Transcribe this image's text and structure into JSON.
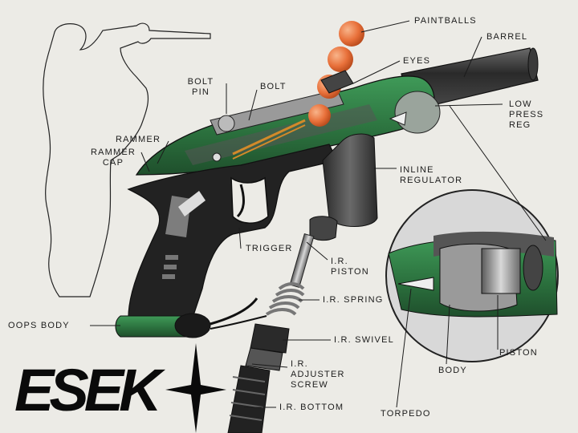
{
  "labels": {
    "paintballs": "PAINTBALLS",
    "barrel": "BARREL",
    "eyes": "EYES",
    "bolt_pin": [
      "BOLT",
      "PIN"
    ],
    "bolt": "BOLT",
    "low_press_reg": [
      "LOW",
      "PRESS",
      "REG"
    ],
    "rammer": "RAMMER",
    "rammer_cap": [
      "RAMMER",
      "CAP"
    ],
    "inline_regulator": [
      "INLINE",
      "REGULATOR"
    ],
    "trigger": "TRIGGER",
    "ir_piston": [
      "I.R.",
      "PISTON"
    ],
    "ir_spring": "I.R. SPRING",
    "oops_body": "OOPS BODY",
    "ir_swivel": "I.R. SWIVEL",
    "ir_adjuster_screw": [
      "I.R.",
      "ADJUSTER",
      "SCREW"
    ],
    "ir_bottom": "I.R. BOTTOM",
    "torpedo": "TORPEDO",
    "body": "BODY",
    "piston": "PISTON"
  },
  "logo_text": "ESEK",
  "colors": {
    "paper": "#ecebe6",
    "body_green": "#2f7d45",
    "grip_black": "#1e1e1e",
    "metal_gray": "#8a8a8a",
    "paintball_orange": "#e8703a"
  },
  "icons": {
    "player_silhouette": "player-silhouette-outline",
    "logo_star": "four-point-star"
  }
}
